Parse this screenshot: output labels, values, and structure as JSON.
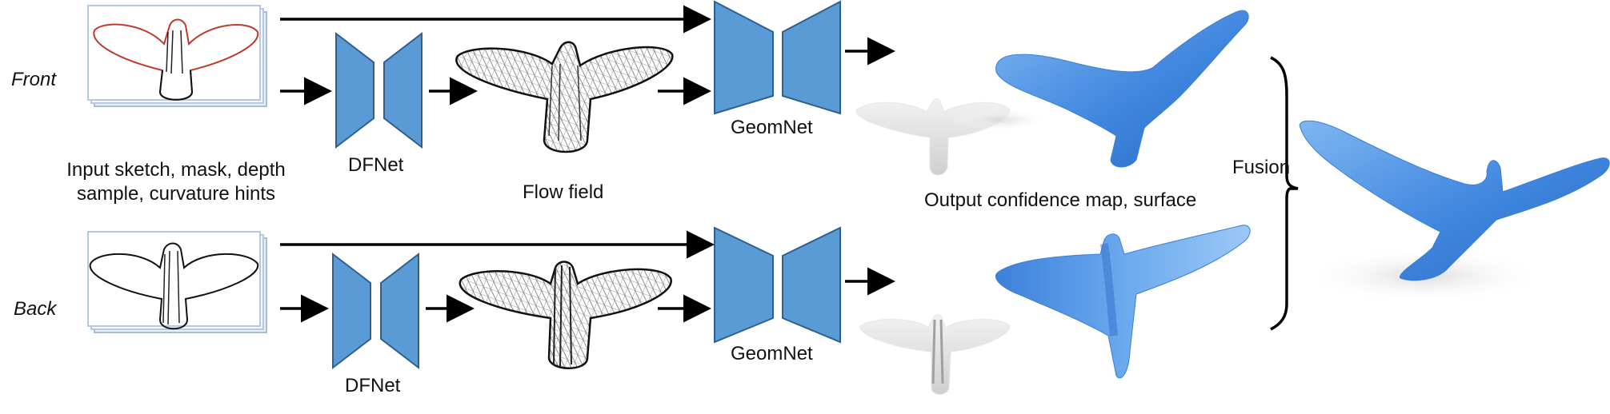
{
  "rows": {
    "front_label": "Front",
    "back_label": "Back"
  },
  "labels": {
    "input_line1": "Input sketch, mask, depth",
    "input_line2": "sample, curvature hints",
    "dfnet_front": "DFNet",
    "dfnet_back": "DFNet",
    "flow_field": "Flow field",
    "geomnet_front": "GeomNet",
    "geomnet_back": "GeomNet",
    "output": "Output confidence map, surface",
    "fusion": "Fusion"
  },
  "colors": {
    "network_fill": "#5b9bd5",
    "network_stroke": "#2e5f8f",
    "surface_blue": "#4a90e2",
    "sketch_red": "#c0392b",
    "arrow": "#000000"
  },
  "icons": {
    "network": "encoder-decoder-trapezoids",
    "sketch": "bird-sketch",
    "flow": "bird-flow-field-mesh",
    "confidence": "bird-confidence-map",
    "surface": "bird-3d-surface"
  }
}
